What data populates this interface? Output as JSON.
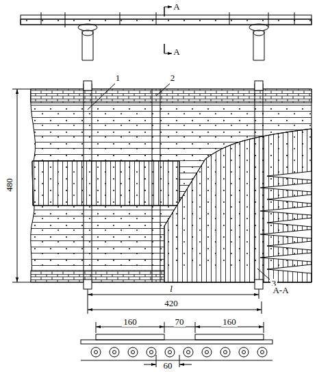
{
  "diagram": {
    "labels": [
      "A",
      "A",
      "1",
      "2",
      "480",
      "3",
      "l",
      "A-A",
      "420",
      "160",
      "70",
      "160",
      "60"
    ]
  }
}
